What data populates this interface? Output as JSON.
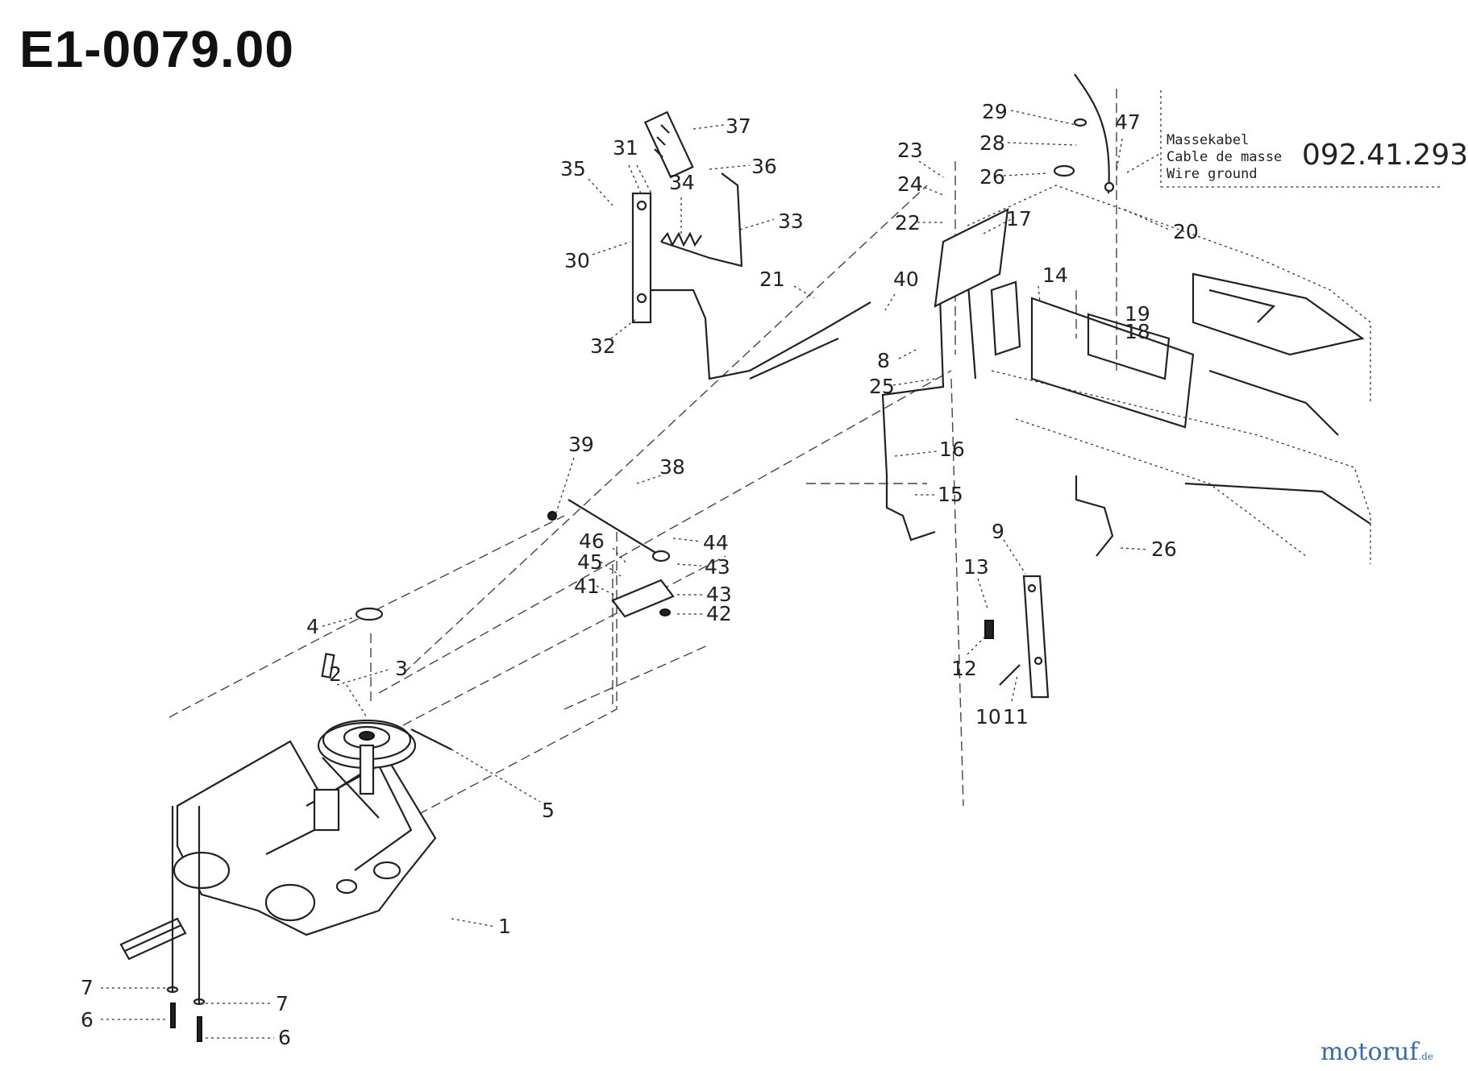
{
  "title": "E1-0079.00",
  "wire_note": {
    "lines": [
      "Massekabel",
      "Cable de masse",
      "Wire ground"
    ],
    "part_number": "092.41.293"
  },
  "brand": {
    "name": "motoruf",
    "suffix": ".de"
  },
  "callouts": {
    "c1": "1",
    "c2": "2",
    "c3": "3",
    "c4": "4",
    "c5": "5",
    "c6a": "6",
    "c6b": "6",
    "c7a": "7",
    "c7b": "7",
    "c8": "8",
    "c9": "9",
    "c10": "10",
    "c11": "11",
    "c12": "12",
    "c13": "13",
    "c14": "14",
    "c15": "15",
    "c16": "16",
    "c17": "17",
    "c18": "18",
    "c19": "19",
    "c20": "20",
    "c21": "21",
    "c22": "22",
    "c23": "23",
    "c24": "24",
    "c25": "25",
    "c26a": "26",
    "c26b": "26",
    "c28": "28",
    "c29": "29",
    "c30": "30",
    "c31": "31",
    "c32": "32",
    "c33": "33",
    "c34": "34",
    "c35": "35",
    "c36": "36",
    "c37": "37",
    "c38": "38",
    "c39": "39",
    "c40": "40",
    "c41": "41",
    "c42": "42",
    "c43a": "43",
    "c43b": "43",
    "c44": "44",
    "c45": "45",
    "c46": "46",
    "c47": "47"
  }
}
